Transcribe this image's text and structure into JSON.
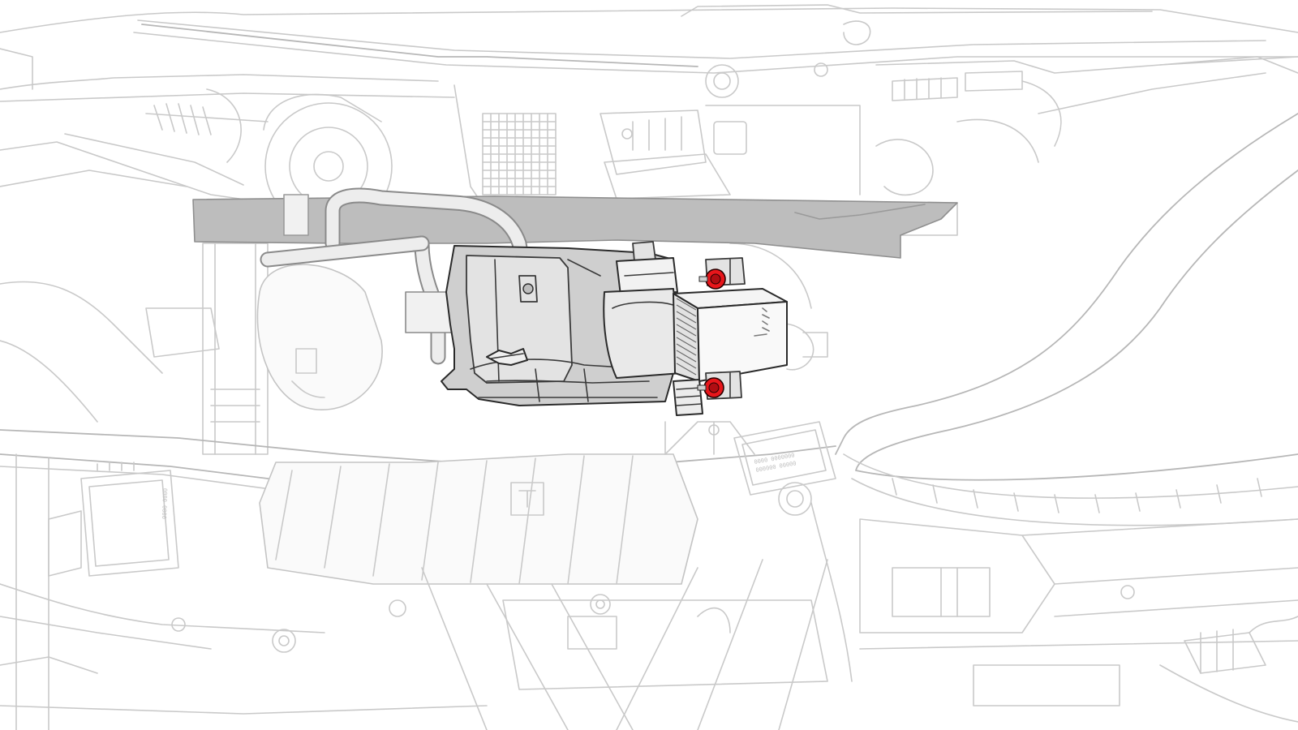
{
  "diagram": {
    "view": "front compartment assembly, exploded line drawing",
    "highlighted_component": "coolant reservoir with chiller / heat exchanger",
    "fastener_highlight_color": "#e8161b",
    "highlight_part_color": "#cfcfcf",
    "ghost_line_color": "#c9c9c9",
    "fasteners": [
      {
        "id": "fastener-upper"
      },
      {
        "id": "fastener-lower"
      }
    ]
  }
}
